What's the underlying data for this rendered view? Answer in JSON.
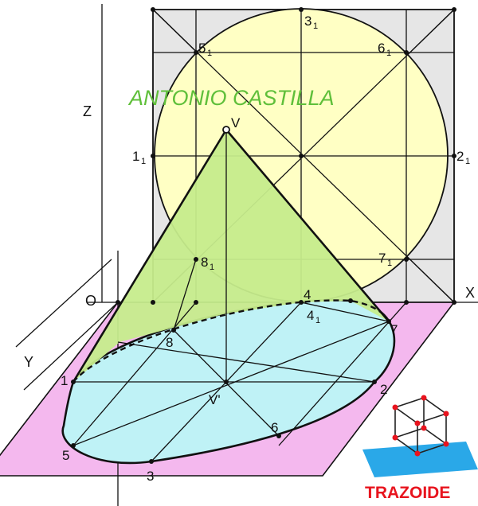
{
  "author_watermark": "ANTONIO CASTILLA",
  "brand_name": "TRAZOIDE",
  "axes": {
    "z": "Z",
    "origin": "O",
    "x": "X",
    "y": "Y"
  },
  "vertex_labels": {
    "v": "V",
    "v_prime": "V'"
  },
  "elevation_points": [
    "1",
    "2",
    "3",
    "5",
    "6",
    "7",
    "8"
  ],
  "elevation_subscript": "1",
  "elevation_point_4": "4",
  "elevation_point_4_sub": "1",
  "plan_points": [
    "1",
    "2",
    "3",
    "4",
    "5",
    "6",
    "7",
    "8"
  ],
  "colors": {
    "wall": "#e6e6e6",
    "circle": "#ffffc4",
    "floor": "#f4b8ee",
    "ellipse": "#bff2f6",
    "cone": "#c6ec8c",
    "line": "#111111",
    "brand": "#e8141e",
    "author": "#5fbf3a"
  }
}
